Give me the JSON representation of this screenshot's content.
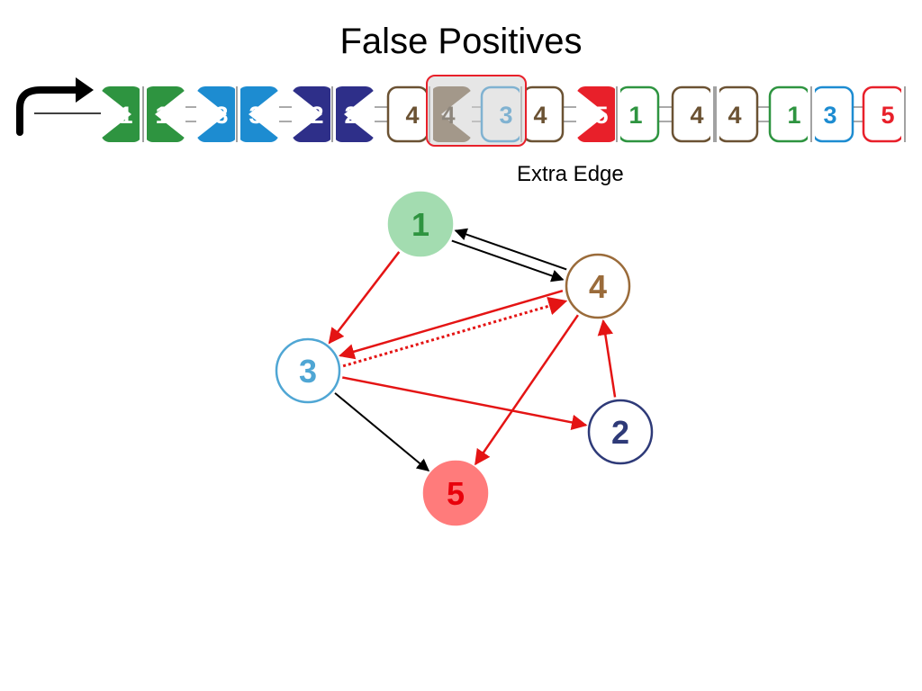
{
  "slide": {
    "title": "False Positives",
    "annotation": "Extra Edge"
  },
  "colors": {
    "1": "#2e9440",
    "2": "#2e2f89",
    "3": "#1d8cd1",
    "4": "#6b5233",
    "5": "#e8202a",
    "highlight_border": "#e8202a",
    "highlight_fill": "#d2d2d2"
  },
  "sequence": {
    "tiles": [
      {
        "label": "1",
        "color_key": "1",
        "filled": true
      },
      {
        "label": "1",
        "color_key": "1",
        "filled": true
      },
      {
        "label": "3",
        "color_key": "3",
        "filled": true
      },
      {
        "label": "3",
        "color_key": "3",
        "filled": true
      },
      {
        "label": "2",
        "color_key": "2",
        "filled": true
      },
      {
        "label": "2",
        "color_key": "2",
        "filled": true
      },
      {
        "label": "4",
        "color_key": "4",
        "filled": false
      },
      {
        "label": "4",
        "color_key": "4",
        "filled": true
      },
      {
        "label": "3",
        "color_key": "3",
        "filled": false
      },
      {
        "label": "4",
        "color_key": "4",
        "filled": false
      },
      {
        "label": "5",
        "color_key": "5",
        "filled": true
      },
      {
        "label": "1",
        "color_key": "1",
        "filled": false
      },
      {
        "label": "4",
        "color_key": "4",
        "filled": false
      },
      {
        "label": "4",
        "color_key": "4",
        "filled": false
      },
      {
        "label": "1",
        "color_key": "1",
        "filled": false
      },
      {
        "label": "3",
        "color_key": "3",
        "filled": false
      },
      {
        "label": "5",
        "color_key": "5",
        "filled": false
      }
    ],
    "highlighted_tiles": [
      7,
      8
    ]
  },
  "graph": {
    "nodes": [
      {
        "id": "1",
        "label": "1",
        "fill": "#a3dcb0",
        "stroke": "#a3dcb0",
        "text_color": "#2e9440"
      },
      {
        "id": "4",
        "label": "4",
        "fill": "#ffffff",
        "stroke": "#9a6b3a",
        "text_color": "#9a6b3a"
      },
      {
        "id": "3",
        "label": "3",
        "fill": "#ffffff",
        "stroke": "#4fa6d4",
        "text_color": "#4fa6d4"
      },
      {
        "id": "2",
        "label": "2",
        "fill": "#ffffff",
        "stroke": "#2e3a78",
        "text_color": "#2e3a78"
      },
      {
        "id": "5",
        "label": "5",
        "fill": "#ff7b7b",
        "stroke": "#ff7b7b",
        "text_color": "#e8000b"
      }
    ],
    "edges": [
      {
        "from": "4",
        "to": "1",
        "color": "#000000",
        "style": "solid"
      },
      {
        "from": "1",
        "to": "4",
        "color": "#000000",
        "style": "solid"
      },
      {
        "from": "1",
        "to": "3",
        "color": "#e41414",
        "style": "solid"
      },
      {
        "from": "4",
        "to": "3",
        "color": "#e41414",
        "style": "solid"
      },
      {
        "from": "3",
        "to": "4",
        "color": "#e41414",
        "style": "dotted"
      },
      {
        "from": "4",
        "to": "5",
        "color": "#e41414",
        "style": "solid"
      },
      {
        "from": "3",
        "to": "2",
        "color": "#e41414",
        "style": "solid"
      },
      {
        "from": "2",
        "to": "4",
        "color": "#e41414",
        "style": "solid"
      },
      {
        "from": "3",
        "to": "5",
        "color": "#000000",
        "style": "solid"
      }
    ]
  }
}
